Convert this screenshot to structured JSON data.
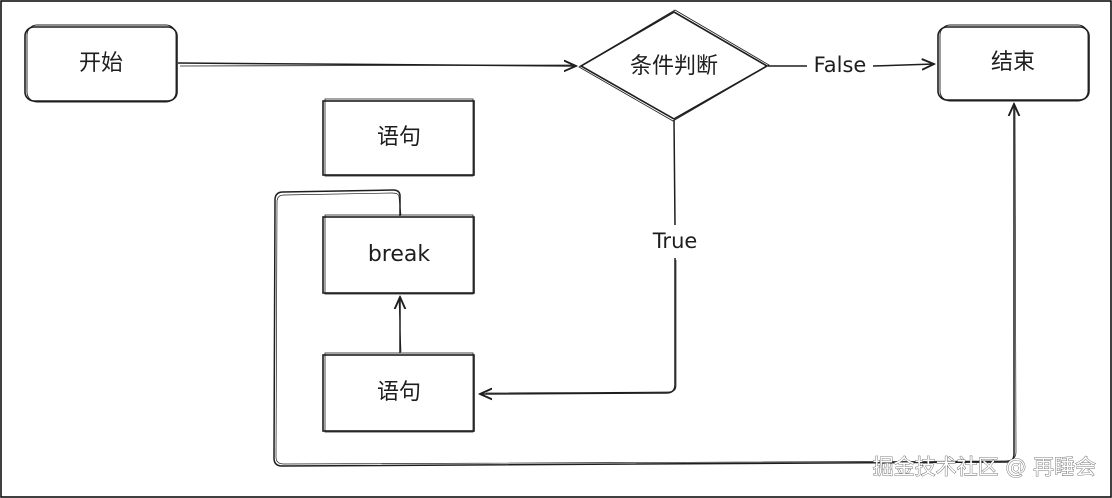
{
  "diagram": {
    "nodes": {
      "start": "开始",
      "condition": "条件判断",
      "end": "结束",
      "statement_top": "语句",
      "break": "break",
      "statement_bottom": "语句"
    },
    "edges": {
      "false_label": "False",
      "true_label": "True"
    },
    "watermark": "掘金技术社区 @ 再睡会"
  },
  "colors": {
    "stroke": "#1e1e1e",
    "background": "#ffffff",
    "frame": "#000000"
  }
}
